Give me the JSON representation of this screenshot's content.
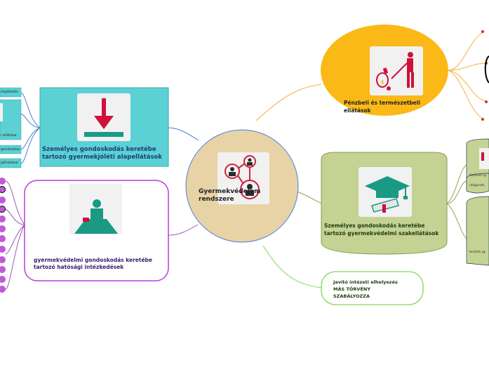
{
  "center": {
    "title": "Gyermekvédelem rendszere",
    "fill": "#e8d3a6"
  },
  "nodes": {
    "financial": {
      "title": "Pénzbeli és természetbeli ellátások",
      "fill": "#fbb917"
    },
    "basic": {
      "title": "Személyes gondoskodás keretébe tartozó gyermekjóléti alapellátások",
      "fill": "#5bd1d4"
    },
    "specialized": {
      "title": "Személyes gondoskodás keretébe tartozó gyermekvédelmi szakellátások",
      "fill": "#c4d294"
    },
    "authority": {
      "title": "gyermekvédelmi gondoskodás keretébe tartozó hatósági intézkedések",
      "border": "#b53fd8"
    },
    "correctional": {
      "title": "Javító intézeti elhelyezés MÁS TÖRVÉNY SZABÁLYOZZA",
      "border": "#7ed957"
    }
  },
  "left_small_items": [
    "olgáltatás",
    "i ellátása",
    "gondozása",
    "gáltatásai"
  ],
  "right_small_items": [
    "Otthont ny",
    "utógondo",
    "területi gy"
  ],
  "colors": {
    "line_orange": "#f5b041",
    "line_blue": "#4d7fd6",
    "line_purple": "#9b59b6",
    "line_green": "#7ed957",
    "line_olive": "#9aa050",
    "icon_red": "#d0103a",
    "icon_green": "#1a9a84"
  }
}
